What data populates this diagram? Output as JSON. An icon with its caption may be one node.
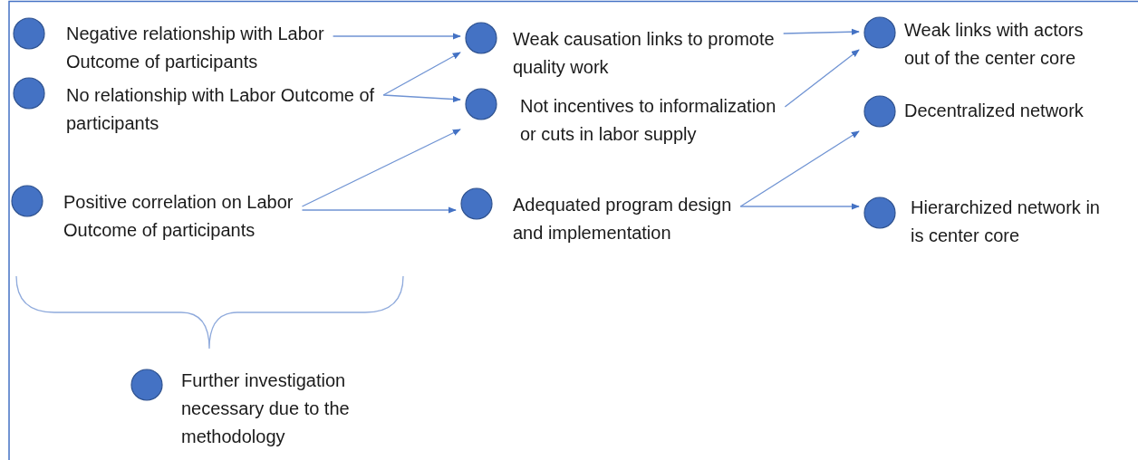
{
  "diagram": {
    "nodes": [
      {
        "text": [
          "Negative relationship with Labor Outcome of participants"
        ]
      },
      {
        "text": [
          "No relationship with Labor Outcome of participants"
        ]
      },
      {
        "text": [
          "Positive correlation on Labor Outcome of participants"
        ]
      },
      {
        "text": [
          "Weak causation links to promote quality work"
        ]
      },
      {
        "text": [
          "Not incentives to informalization or cuts in labor supply"
        ]
      },
      {
        "text": [
          "Adequated program design and implementation"
        ]
      },
      {
        "text": [
          "Weak links with actors out of the center core"
        ]
      },
      {
        "text": [
          "Decentralized network"
        ]
      },
      {
        "text": [
          "Hierarchized network in is center core"
        ]
      },
      {
        "text": [
          "Further investigation necessary due to the methodology"
        ]
      }
    ],
    "edges": [
      {
        "from": 0,
        "to": 3,
        "arrow": "to"
      },
      {
        "from": 1,
        "to": 3,
        "arrow": "to"
      },
      {
        "from": 1,
        "to": 4,
        "arrow": "to"
      },
      {
        "from": 2,
        "to": 4,
        "arrow": "to"
      },
      {
        "from": 2,
        "to": 5,
        "arrow": "to"
      },
      {
        "from": 3,
        "to": 6,
        "arrow": "to"
      },
      {
        "from": 4,
        "to": 6,
        "arrow": "to"
      },
      {
        "from": 5,
        "to": 7,
        "arrow": "to"
      },
      {
        "from": 5,
        "to": 8,
        "arrow": "to"
      }
    ]
  }
}
